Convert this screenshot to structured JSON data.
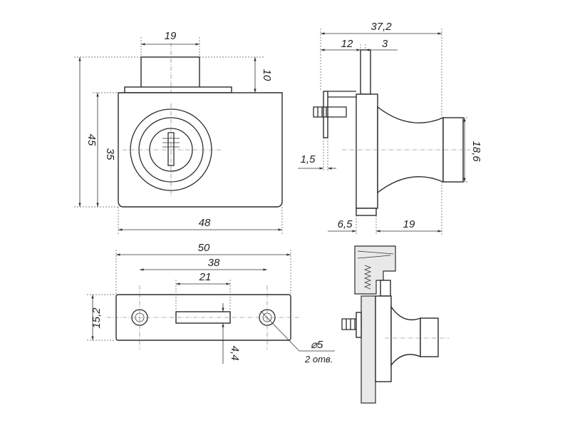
{
  "dimensions": {
    "front_top_width": "19",
    "front_top_height": "10",
    "front_total_height": "45",
    "front_body_height": "35",
    "front_width": "48",
    "side_total_width": "37,2",
    "side_a": "12",
    "side_b": "3",
    "side_plate": "1,5",
    "side_knob_height": "18,6",
    "side_bottom_a": "6,5",
    "side_bottom_b": "19",
    "plate_total": "50",
    "plate_holes": "38",
    "plate_slot": "21",
    "plate_height": "15,2",
    "plate_slot_height": "4,4",
    "hole_diameter": "⌀5",
    "hole_count": "2 отв."
  },
  "colors": {
    "stroke": "#2b2b2b",
    "glass_shade": "#e9e9e9"
  }
}
